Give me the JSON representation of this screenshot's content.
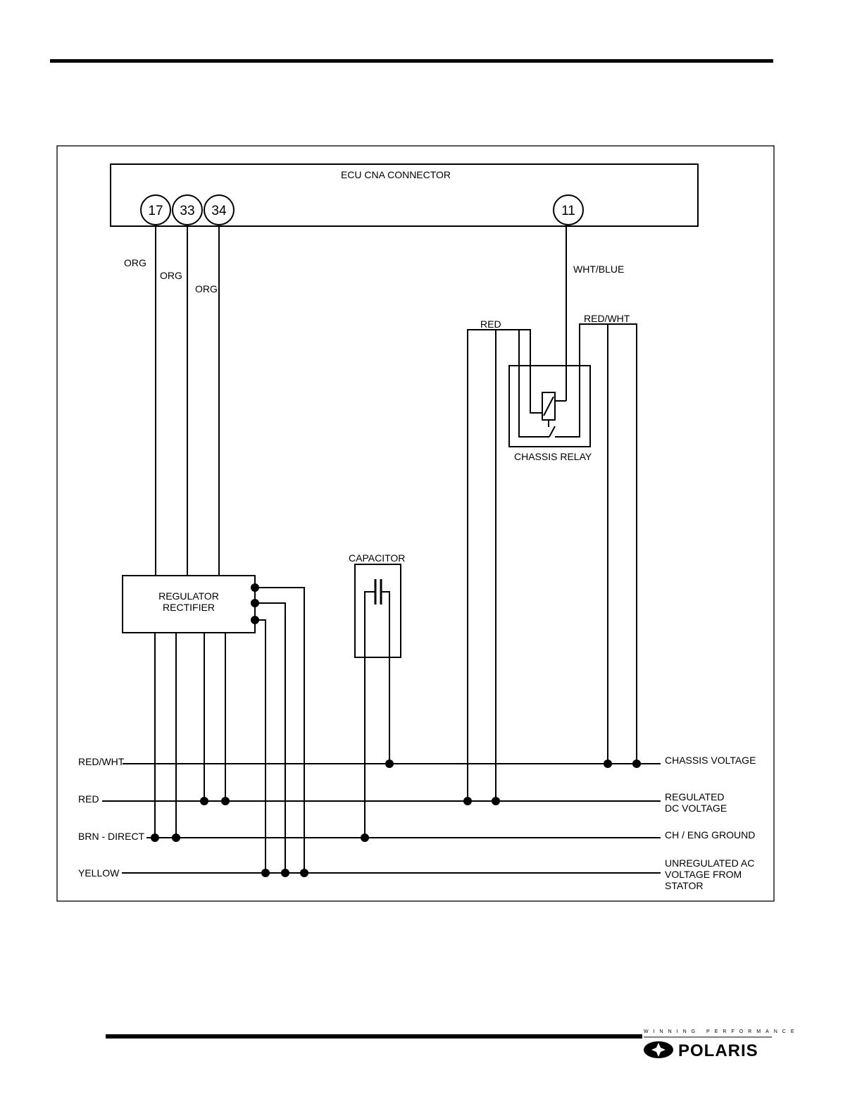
{
  "diagram": {
    "connector_label": "ECU CNA CONNECTOR",
    "pins": [
      "17",
      "33",
      "34",
      "11"
    ],
    "org_labels": [
      "ORG",
      "ORG",
      "ORG"
    ],
    "wht_blue_label": "WHT/BLUE",
    "red_label": "RED",
    "red_wht_label": "RED/WHT",
    "relay_label": "CHASSIS RELAY",
    "capacitor_label": "CAPACITOR",
    "regulator_label": [
      "REGULATOR",
      "RECTIFIER"
    ],
    "bus_left": [
      "RED/WHT",
      "RED",
      "BRN -  DIRECT",
      "YELLOW"
    ],
    "bus_right": {
      "chassis": "CHASSIS VOLTAGE",
      "regulated": [
        "REGULATED",
        "DC VOLTAGE"
      ],
      "ground": "CH / ENG GROUND",
      "unregulated": [
        "UNREGULATED AC",
        "VOLTAGE FROM",
        "STATOR"
      ]
    }
  },
  "logo": {
    "tagline": "WINNING PERFORMANCE",
    "wordmark": "POLARIS"
  }
}
